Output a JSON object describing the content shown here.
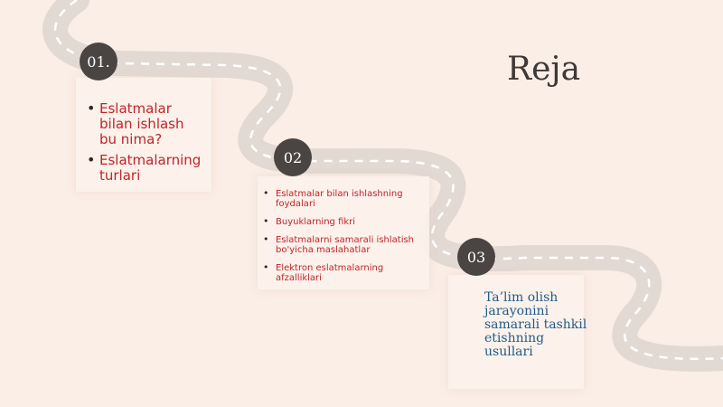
{
  "title": "Reja",
  "steps": [
    {
      "number": "01.",
      "items": [
        "Eslatmalar bilan ishlash bu nima?",
        "Eslatmalarning turlari"
      ]
    },
    {
      "number": "02",
      "items": [
        "Eslatmalar bilan ishlashning foydalari",
        "Buyuklarning fikri",
        "Eslatmalarni samarali ishlatish bo'yicha maslahatlar",
        "Elektron eslatmalarning afzalliklari"
      ]
    },
    {
      "number": "03",
      "text": "Ta’lim olish jarayonini samarali tashkil etishning usullari"
    }
  ],
  "colors": {
    "background": "#fbeee6",
    "road": "#e6dcd6",
    "badge": "#4a4543",
    "accent_red": "#c0232b",
    "accent_blue": "#1f5c8a"
  }
}
